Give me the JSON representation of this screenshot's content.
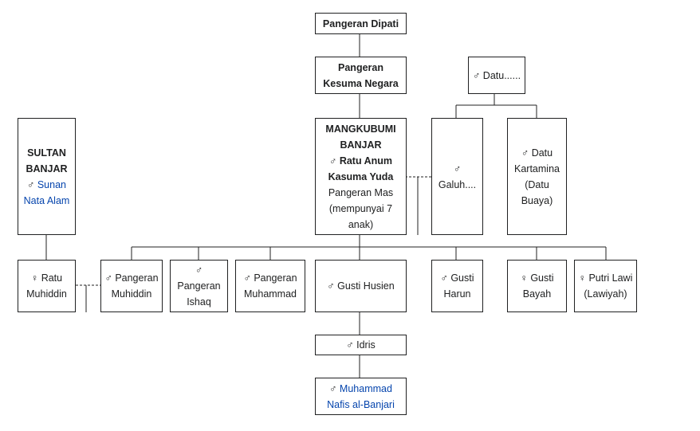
{
  "nodes": {
    "pangeran_dipati": {
      "name": "Pangeran Dipati"
    },
    "kesuma_negara": {
      "line1": "Pangeran",
      "line2": "Kesuma Negara"
    },
    "datu_top": {
      "symbol": "♂",
      "name": "Datu......"
    },
    "mangkubumi": {
      "line1": "MANGKUBUMI",
      "line2": "BANJAR",
      "line3": "♂ Ratu Anum",
      "line4": "Kasuma Yuda",
      "line5": "Pangeran Mas",
      "line6": "(mempunyai 7",
      "line7": "anak)"
    },
    "galuh": {
      "symbol": "♂",
      "name": "Galuh...."
    },
    "datu_kartamina": {
      "line1": "♂ Datu",
      "line2": "Kartamina",
      "line3": "(Datu",
      "line4": "Buaya)"
    },
    "sultan": {
      "line1": "SULTAN",
      "line2": "BANJAR",
      "symbol": "♂",
      "line3": "Sunan",
      "line4": "Nata Alam"
    },
    "ratu_muhiddin": {
      "line1": "♀ Ratu",
      "line2": "Muhiddin"
    },
    "pangeran_muhiddin": {
      "line1": "♂ Pangeran",
      "line2": "Muhiddin"
    },
    "pangeran_ishaq": {
      "line1": "♂",
      "line2": "Pangeran",
      "line3": "Ishaq"
    },
    "pangeran_muhammad": {
      "line1": "♂ Pangeran",
      "line2": "Muhammad"
    },
    "gusti_husien": {
      "name": "♂ Gusti Husien"
    },
    "gusti_harun": {
      "line1": "♂ Gusti",
      "line2": "Harun"
    },
    "gusti_bayah": {
      "line1": "♀ Gusti",
      "line2": "Bayah"
    },
    "putri_lawi": {
      "line1": "♀ Putri Lawi",
      "line2": "(Lawiyah)"
    },
    "idris": {
      "name": "♂ Idris"
    },
    "nafis": {
      "symbol": "♂",
      "line1": "Muhammad",
      "line2": "Nafis al-Banjari"
    }
  },
  "colors": {
    "line": "#202122",
    "link": "#0645ad",
    "text": "#202122"
  }
}
